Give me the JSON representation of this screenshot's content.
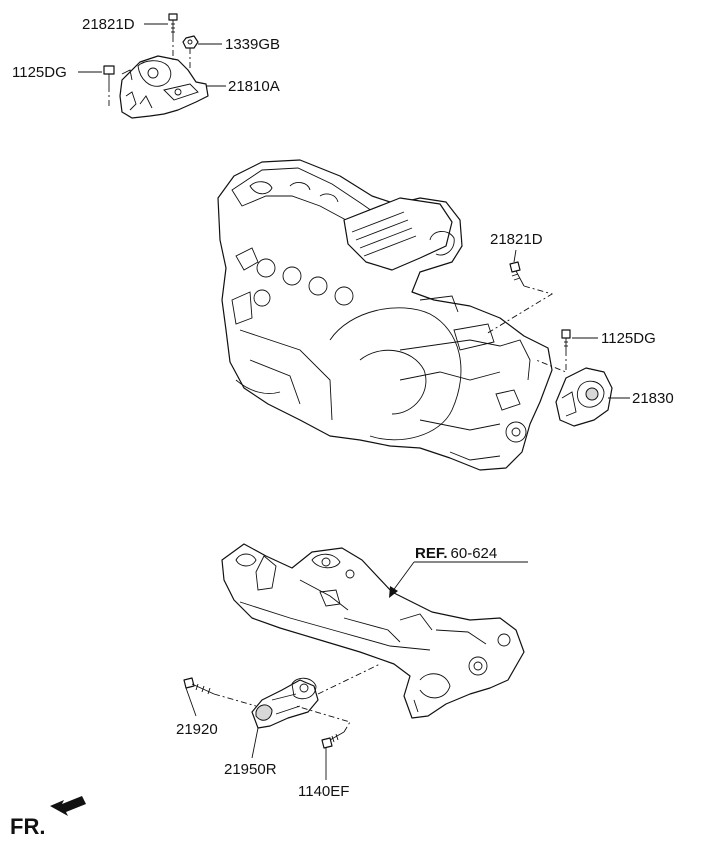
{
  "labels": {
    "top_21821D": "21821D",
    "top_1339GB": "1339GB",
    "top_1125DG": "1125DG",
    "top_21810A": "21810A",
    "mid_21821D": "21821D",
    "mid_1125DG": "1125DG",
    "mid_21830": "21830",
    "p21920": "21920",
    "p21950R": "21950R",
    "p1140EF": "1140EF"
  },
  "reference": {
    "prefix": "REF.",
    "number": "60-624"
  },
  "direction": {
    "label": "FR."
  },
  "icons": [
    "arrow-front-icon"
  ]
}
